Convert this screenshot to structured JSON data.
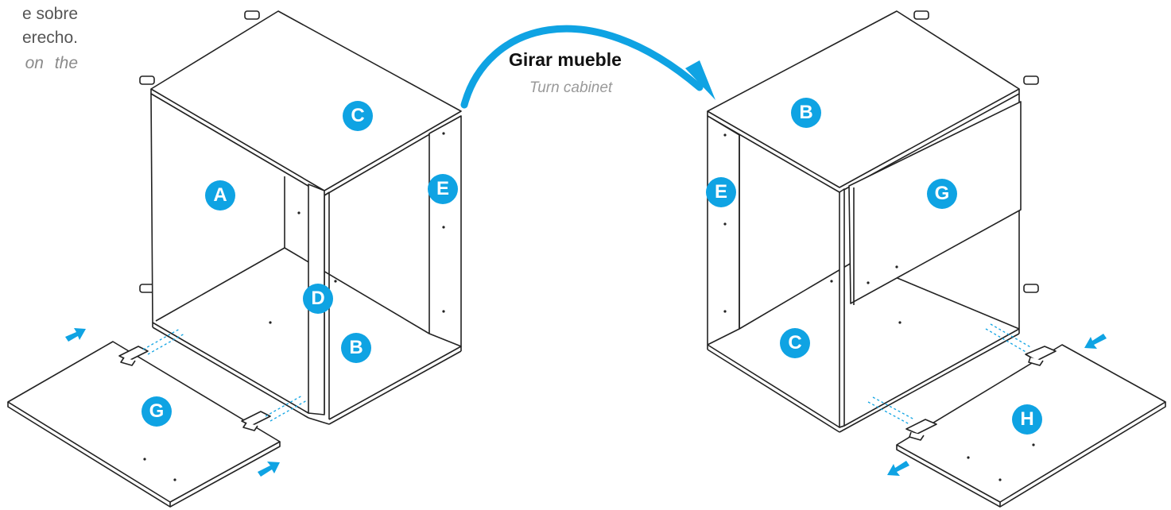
{
  "side_note": {
    "es_line1": "e sobre",
    "es_line2": "erecho.",
    "en_line": "on the"
  },
  "turn": {
    "title": "Girar mueble",
    "subtitle": "Turn cabinet"
  },
  "labels": {
    "left": {
      "top": "C",
      "side": "A",
      "edge": "E",
      "divider": "D",
      "bottom": "B",
      "door": "G"
    },
    "right": {
      "top": "B",
      "side": "E",
      "panel": "G",
      "bottom": "C",
      "door": "H"
    }
  },
  "colors": {
    "accent": "#0fa3e3",
    "line": "#222222"
  }
}
